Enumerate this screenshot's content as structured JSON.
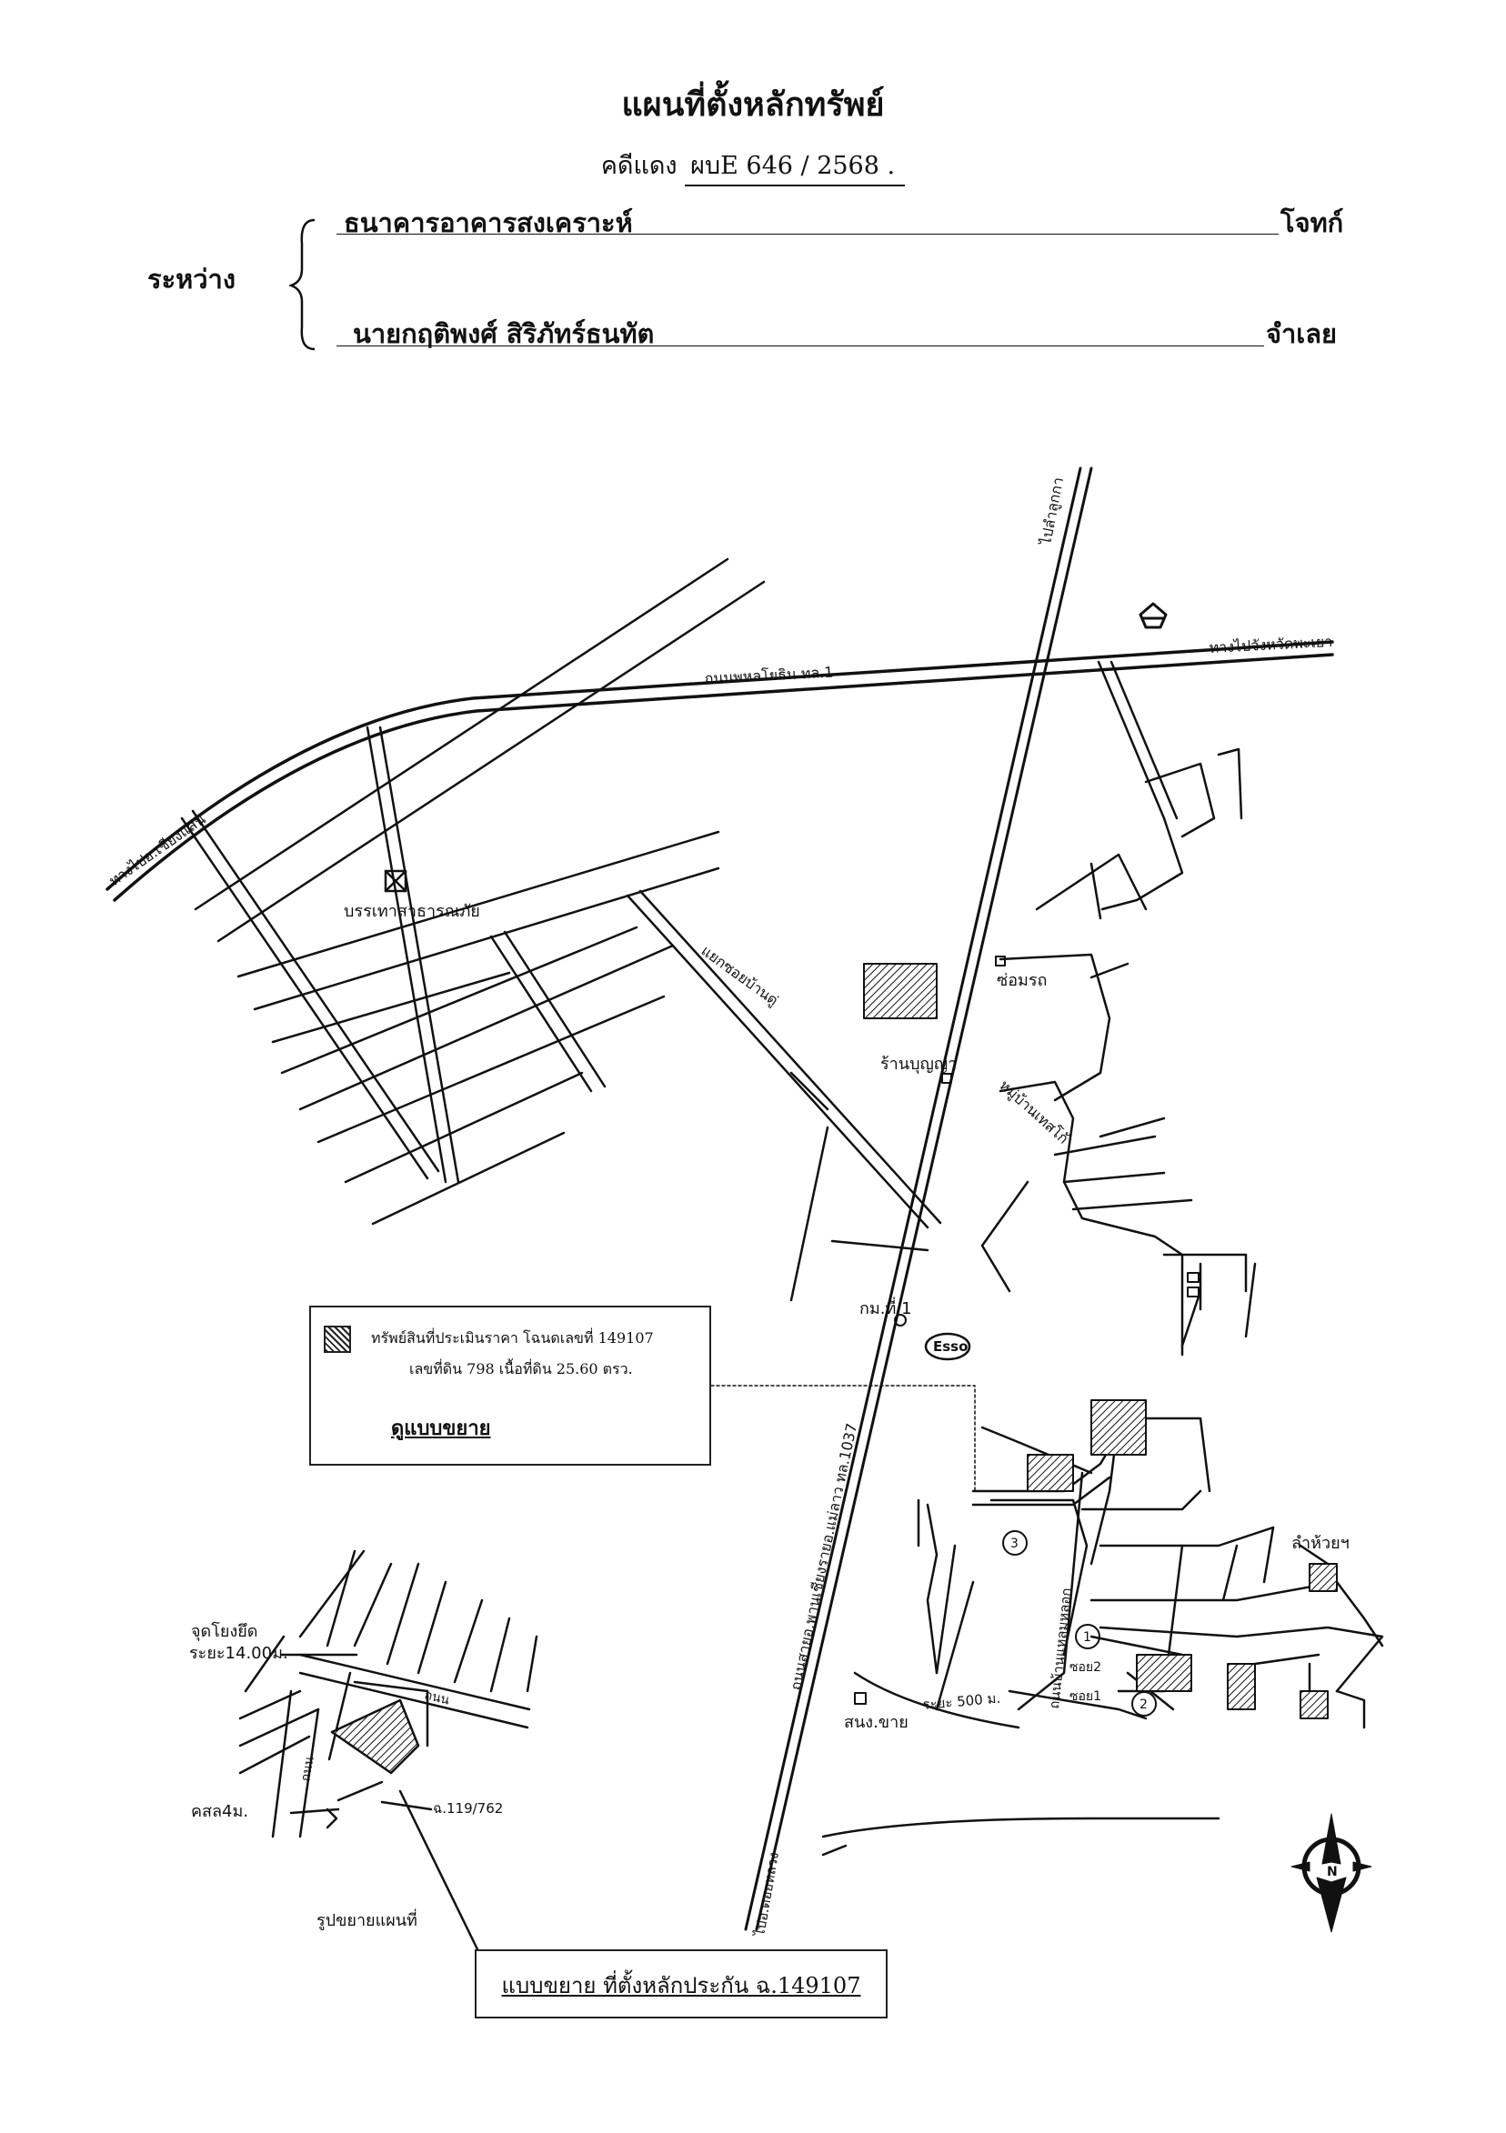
{
  "header": {
    "title": "แผนที่ตั้งหลักทรัพย์",
    "case_prefix": "คดีแดง",
    "case_number": "ผบE 646 / 2568  ."
  },
  "parties": {
    "between_label": "ระหว่าง",
    "plaintiff_name": "ธนาคารอาคารสงเคราะห์",
    "plaintiff_role": "โจทก์",
    "defendant_name": "นายกฤติพงศ์  สิริภัทร์ธนทัต",
    "defendant_role": "จำเลย"
  },
  "map_labels": {
    "road_north": "ไปลำลูกกา",
    "road_main_east": "ทางไปจังหวัดพะเยา",
    "road_main_mid": "ถนนพหลโยธิน ทล.1",
    "road_main_west": "ทางไปอ.เชียงแสน",
    "road_diag": "แยกซอยบ้านดู่",
    "road_east": "หมู่บ้านเทสโก้",
    "road_south_vertical": "ถนนสายอ.พานเชียงรายอ.แม่ลาว ทล.1037",
    "road_south_branch": "ระยะ 500 ม.",
    "road_south_east": "ถนนบ้านแหลมหลอก",
    "road_bottom": "ไปอ.ดอยหลวง",
    "poi_school": "บรรเทาสาธารณภัย",
    "poi_garage": "ซ่อมรถ",
    "poi_shop": "ร้านบุญญา",
    "poi_km": "กม.ที่ 1",
    "poi_esso": "Esso",
    "poi_junction_south": "สนง.ขาย",
    "poi_lamhuay": "ลำห้วยฯ",
    "poi_soi1": "ซอย2",
    "poi_soi2": "ซอย1",
    "marker_1": "1",
    "marker_2": "2",
    "marker_3": "3",
    "compass_n": "N"
  },
  "legend": {
    "line1": "ทรัพย์สินที่ประเมินราคา โฉนดเลขที่ 149107",
    "line2": "เลขที่ดิน 798 เนื้อที่ดิน 25.60 ตรว.",
    "link": "ดูแบบขยาย"
  },
  "inset": {
    "label_point": "จุดโยงยึด",
    "label_distance": "ระยะ14.00ม.",
    "label_road_h": "ถนน",
    "label_road_v": "ถนน",
    "label_canal": "คสล4ม.",
    "label_parcel": "ฉ.119/762",
    "label_caption": "รูปขยายแผนที่"
  },
  "bottom_box": {
    "text": "แบบขยาย ที่ตั้งหลักประกัน  ฉ.149107"
  }
}
